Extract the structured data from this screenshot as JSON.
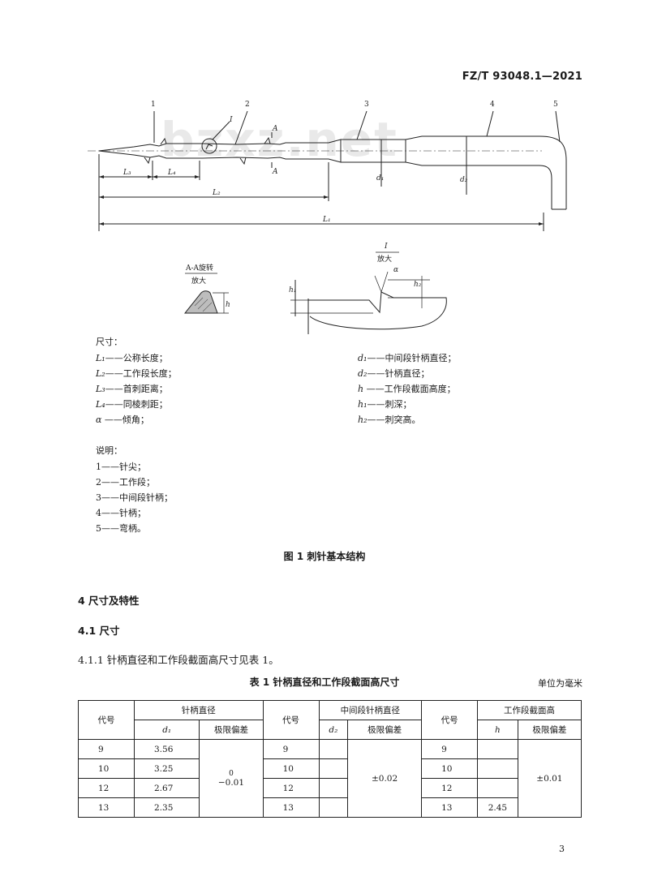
{
  "header": {
    "standard_code": "FZ/T 93048.1—2021"
  },
  "watermark": "bzxz.net",
  "figure": {
    "callouts": [
      "1",
      "2",
      "3",
      "4",
      "5"
    ],
    "detail_mark": "I",
    "section_mark": "A",
    "dims": {
      "L1": "L₁",
      "L2": "L₂",
      "L3": "L₃",
      "L4": "L₄",
      "d1": "d₁",
      "d2": "d₂",
      "h": "h",
      "h1": "h₁",
      "h2": "h₂",
      "alpha": "α"
    },
    "section_view_title": "A-A旋转",
    "section_view_sub": "放大",
    "detail_view_title": "I",
    "detail_view_sub": "放大",
    "caption": "图 1   刺针基本结构"
  },
  "dimensions_legend": {
    "title": "尺寸：",
    "left": [
      {
        "sym": "L₁",
        "text": "——公称长度；"
      },
      {
        "sym": "L₂",
        "text": "——工作段长度；"
      },
      {
        "sym": "L₃",
        "text": "——首刺距离；"
      },
      {
        "sym": "L₄",
        "text": "——同棱刺距；"
      },
      {
        "sym": "α",
        "text": " ——倾角；"
      }
    ],
    "right": [
      {
        "sym": "d₁",
        "text": "——中间段针柄直径；"
      },
      {
        "sym": "d₂",
        "text": "——针柄直径；"
      },
      {
        "sym": "h",
        "text": " ——工作段截面高度；"
      },
      {
        "sym": "h₁",
        "text": "——刺深；"
      },
      {
        "sym": "h₂",
        "text": "——刺突高。"
      }
    ]
  },
  "notes_legend": {
    "title": "说明：",
    "items": [
      "1——针尖；",
      "2——工作段；",
      "3——中间段针柄；",
      "4——针柄；",
      "5——弯柄。"
    ]
  },
  "sections": {
    "s4": "4   尺寸及特性",
    "s41": "4.1   尺寸",
    "s411": "4.1.1   针柄直径和工作段截面高尺寸见表 1。"
  },
  "table1": {
    "caption": "表 1   针柄直径和工作段截面高尺寸",
    "unit": "单位为毫米",
    "headers": {
      "code": "代号",
      "g1": "针柄直径",
      "g2": "中间段针柄直径",
      "g3": "工作段截面高",
      "d1": "d₁",
      "d2": "d₂",
      "h": "h",
      "tol": "极限偏差"
    },
    "rows": [
      {
        "c1": "9",
        "v1": "3.56",
        "c2": "9",
        "v2": "",
        "c3": "9",
        "v3": ""
      },
      {
        "c1": "10",
        "v1": "3.25",
        "c2": "10",
        "v2": "",
        "c3": "10",
        "v3": ""
      },
      {
        "c1": "12",
        "v1": "2.67",
        "c2": "12",
        "v2": "",
        "c3": "12",
        "v3": ""
      },
      {
        "c1": "13",
        "v1": "2.35",
        "c2": "13",
        "v2": "",
        "c3": "13",
        "v3": "2.45"
      }
    ],
    "tol1_upper": "0",
    "tol1_lower": "−0.01",
    "tol2": "±0.02",
    "tol3": "±0.01"
  },
  "page_number": "3"
}
